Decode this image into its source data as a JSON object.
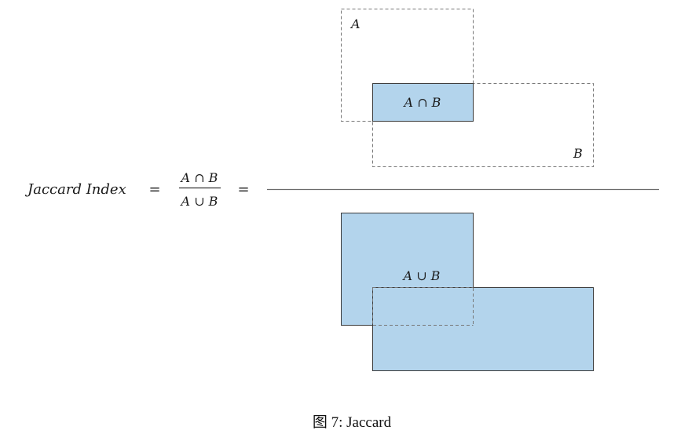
{
  "formula": {
    "lhs": "Jaccard Index",
    "equals_1": "=",
    "fraction_numerator": "A ∩ B",
    "fraction_denominator": "A ∪ B",
    "equals_2": "="
  },
  "top_diagram": {
    "set_a_label": "A",
    "set_b_label": "B",
    "intersection_label": "A ∩ B"
  },
  "bottom_diagram": {
    "union_label": "A ∪ B"
  },
  "caption": "图 7: Jaccard",
  "colors": {
    "fill": "#b3d4ec",
    "dashed_border": "#777777",
    "solid_border": "#3a3a3a",
    "divider": "#6b6b6b"
  }
}
